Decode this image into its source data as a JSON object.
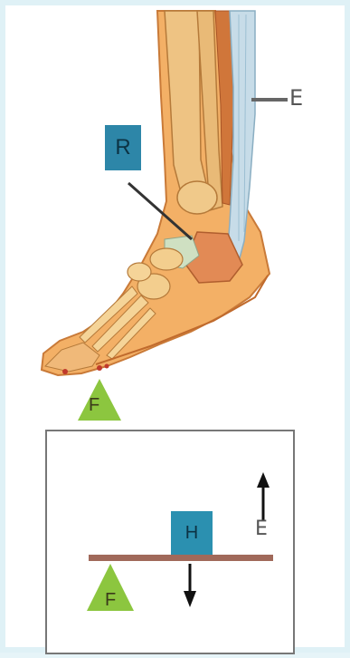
{
  "labels": {
    "R": "R",
    "E_top": "E",
    "F_top": "F",
    "H": "H",
    "E_bottom": "E",
    "F_bottom": "F"
  },
  "colors": {
    "label_box": "#2d86a8",
    "fulcrum": "#8cc63f",
    "beam": "#a0695a",
    "tendon": "#bcd3e0",
    "bone": "#e8b872",
    "skin": "#f2a35c"
  },
  "icons": [
    "arrow-up-icon",
    "arrow-down-icon",
    "fulcrum-triangle-icon"
  ]
}
